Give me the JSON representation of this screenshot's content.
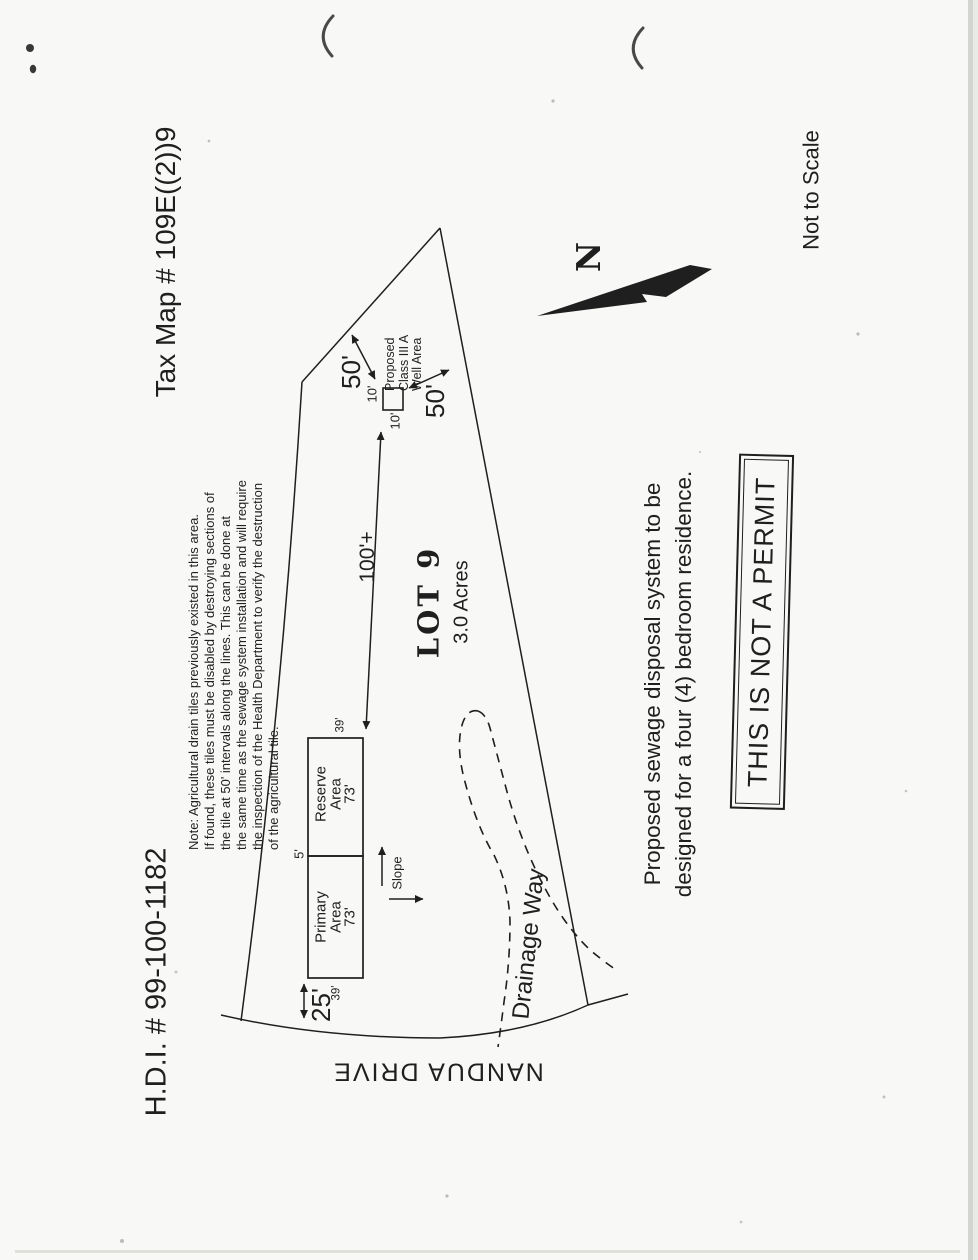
{
  "document": {
    "tax_map": "Tax Map # 109E((2))9",
    "hdi_number": "H.D.I. # 99-100-1182",
    "not_to_scale": "Not to Scale",
    "compass_n": "N"
  },
  "note": {
    "lines": [
      "Note:  Agricultural drain tiles previously existed in this area.",
      "If found, these tiles must be disabled by destroying sections of",
      "the tile at 50' intervals along the lines.  This can be done at",
      "the same time as the sewage system installation and will require",
      "the inspection of the Health Department to verify the destruction",
      "of the agricultural tile."
    ]
  },
  "plan": {
    "lot_label": "LOT 9",
    "lot_acres": "3.0 Acres",
    "road_name": "NANDUA DRIVE",
    "drainage_label": "Drainage Way",
    "slope_label": "Slope",
    "well": {
      "lines": [
        "Proposed",
        "Class III A",
        "Well Area"
      ]
    },
    "reserve_area": {
      "lines": [
        "Reserve",
        "Area",
        "73'"
      ]
    },
    "primary_area": {
      "lines": [
        "Primary",
        "Area",
        "73'"
      ]
    },
    "dimensions": {
      "well_to_line_ne": "50'",
      "well_to_line_se": "50'",
      "well_box_w": "10'",
      "well_box_s": "10'",
      "well_to_drainfield": "100'+",
      "area_width_top": "39'",
      "area_width_bottom": "39'",
      "area_gap": "5'",
      "road_setback": "25'"
    }
  },
  "statements": {
    "sewage": {
      "lines": [
        "Proposed sewage disposal system to be",
        "designed for a four (4) bedroom residence."
      ]
    },
    "stamp": "THIS IS NOT A PERMIT"
  },
  "colors": {
    "ink": "#1e1f1e",
    "paper": "#f8f9f6"
  }
}
